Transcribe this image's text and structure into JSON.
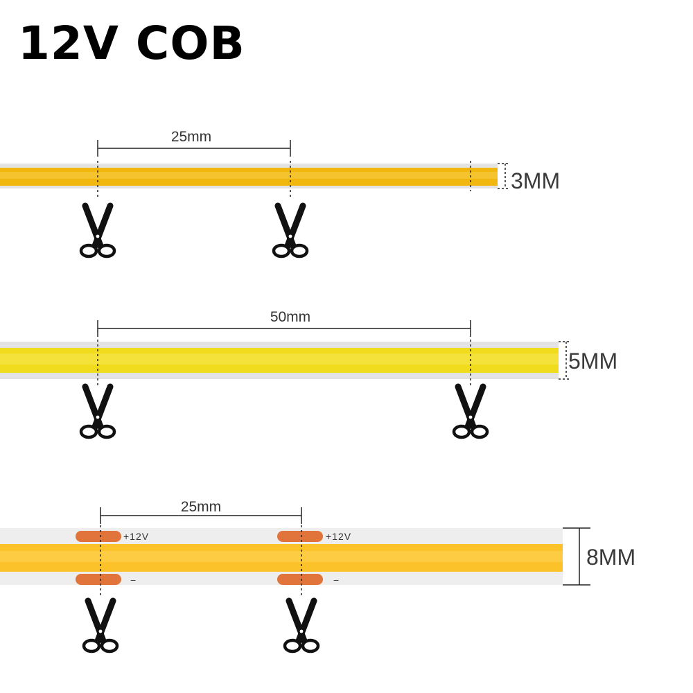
{
  "title": "12V COB",
  "strips": [
    {
      "spacing_label": "25mm",
      "width_label": "3MM"
    },
    {
      "spacing_label": "50mm",
      "width_label": "5MM"
    },
    {
      "spacing_label": "25mm",
      "width_label": "8MM",
      "pad_positive_label": "+12V",
      "pad_negative_label": "−"
    }
  ],
  "colors": {
    "strip_3mm_led": "#f2b70f",
    "strip_5mm_led": "#f1db1d",
    "strip_8mm_led": "#fcc22a",
    "strip_casing": "#e3e3e3",
    "copper_pad": "#e0743a",
    "text": "#333333"
  },
  "icons": [
    "scissors-icon"
  ]
}
